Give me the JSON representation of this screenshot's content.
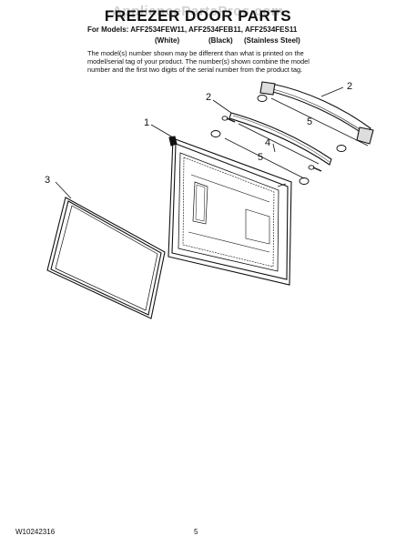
{
  "watermark": "AppliancePartsPros.com",
  "title": "FREEZER DOOR PARTS",
  "models_line": "For Models: AFF2534FEW11, AFF2534FEB11, AFF2534FES11",
  "variants": [
    "(White)",
    "(Black)",
    "(Stainless Steel)"
  ],
  "note": "The model(s) number shown may be different than what is printed on the model/serial tag of your product. The number(s) shown combine the model number and the first two digits of the serial number from the product tag.",
  "callouts": {
    "c1": "1",
    "c2a": "2",
    "c2b": "2",
    "c3": "3",
    "c4": "4",
    "c5a": "5",
    "c5b": "5"
  },
  "footer": {
    "doc_number": "W10242316",
    "page_number": "5"
  }
}
